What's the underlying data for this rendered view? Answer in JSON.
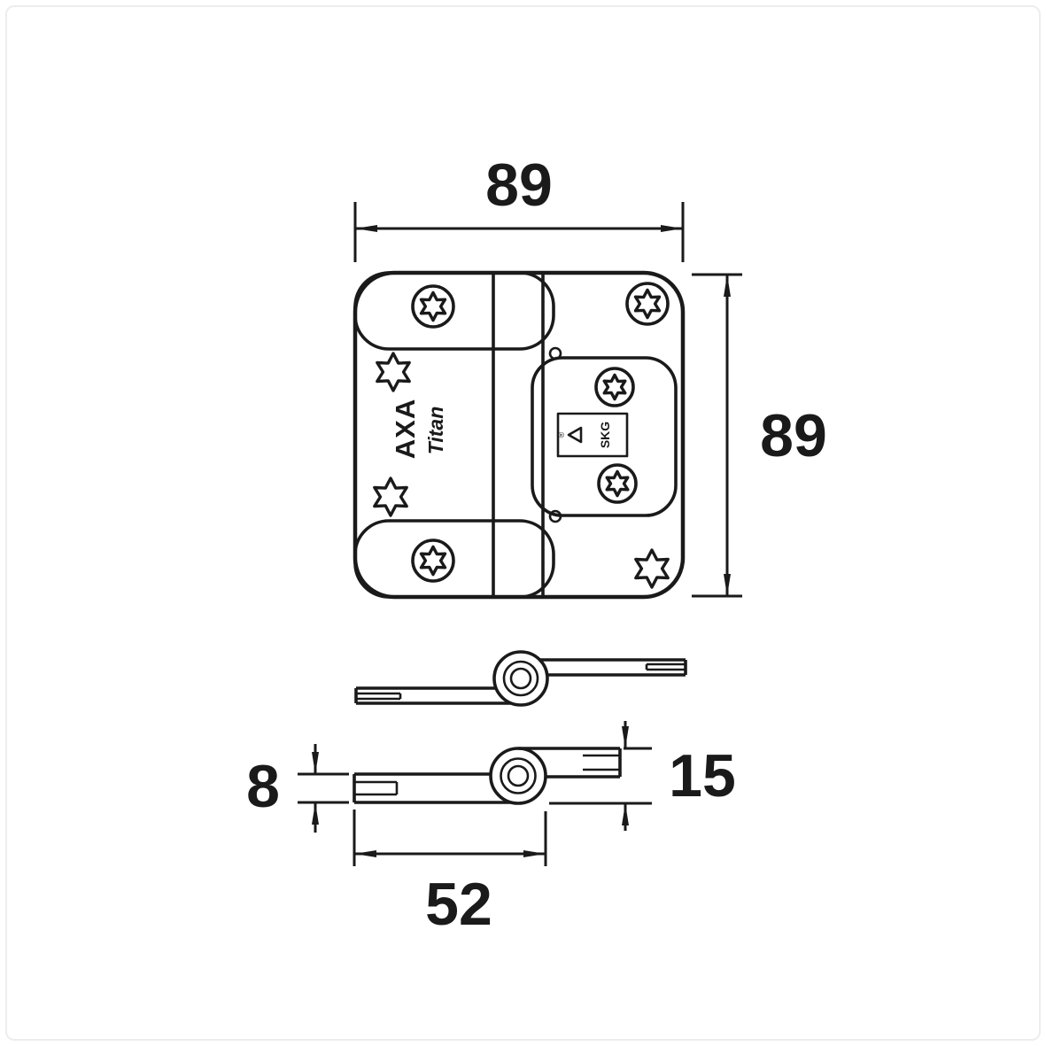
{
  "drawing": {
    "colors": {
      "line": "#1a1a1a",
      "background": "#ffffff",
      "frame": "#ededed"
    },
    "branding": {
      "brand": "AXA",
      "model": "Titan",
      "cert": "SKG",
      "registered": "®"
    },
    "dimensions": {
      "overall_width": "89",
      "overall_height": "89",
      "leaf_thickness": "8",
      "knuckle_height": "15",
      "leaf_depth": "52"
    }
  }
}
